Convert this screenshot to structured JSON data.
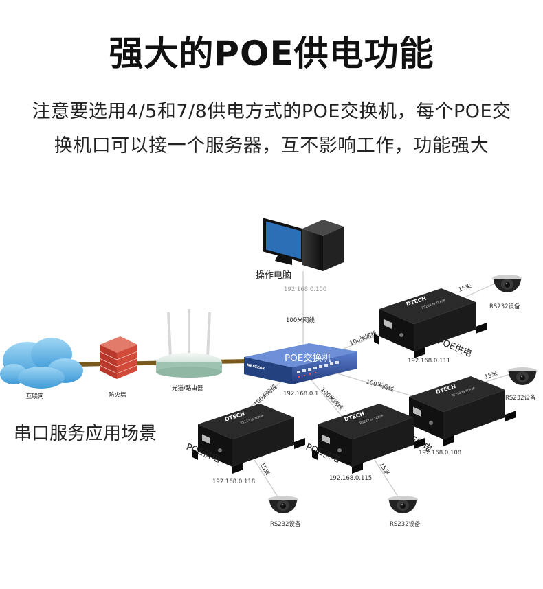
{
  "title": "强大的POE供电功能",
  "description": {
    "line1": "注意要选用4/5和7/8供电方式的POE交换机，每个POE交",
    "line2": "换机口可以接一个服务器，互不影响工作，功能强大"
  },
  "scene_label": "串口服务应用场景",
  "pc": {
    "label": "操作电脑",
    "ip": "192.168.0.100"
  },
  "switch": {
    "label": "POE交换机",
    "ip": "192.168.0.1",
    "brand": "NETGEAR"
  },
  "left_chain": {
    "internet": "互联网",
    "firewall": "防火墙",
    "router": "光猫/路由器"
  },
  "links": {
    "pc_switch": "100米网线",
    "to_top": "100米网线",
    "to_right": "100米网线",
    "to_bl": "100米网线",
    "to_bm": "100米网线"
  },
  "servers": [
    {
      "id": "top",
      "ip": "192.168.0.111",
      "poe": "POE供电",
      "cable": "15米",
      "device": "RS232设备",
      "brand": "DTECH"
    },
    {
      "id": "right",
      "ip": "192.168.0.108",
      "poe": "POE供电",
      "cable": "15米",
      "device": "RS232设备",
      "brand": "DTECH"
    },
    {
      "id": "bl",
      "ip": "192.168.0.118",
      "poe": "POE供电",
      "cable": "15米",
      "device": "RS232设备",
      "brand": "DTECH"
    },
    {
      "id": "bm",
      "ip": "192.168.0.115",
      "poe": "POE供电",
      "cable": "15米",
      "device": "RS232设备",
      "brand": "DTECH"
    }
  ],
  "colors": {
    "cable": "#7a5a1c",
    "switch_blue": "#2f4f9e",
    "server_black": "#1b1b1b",
    "cloud": "#5fb3e6",
    "firewall": "#d24a3a",
    "monitor": "#2c6fb6"
  }
}
